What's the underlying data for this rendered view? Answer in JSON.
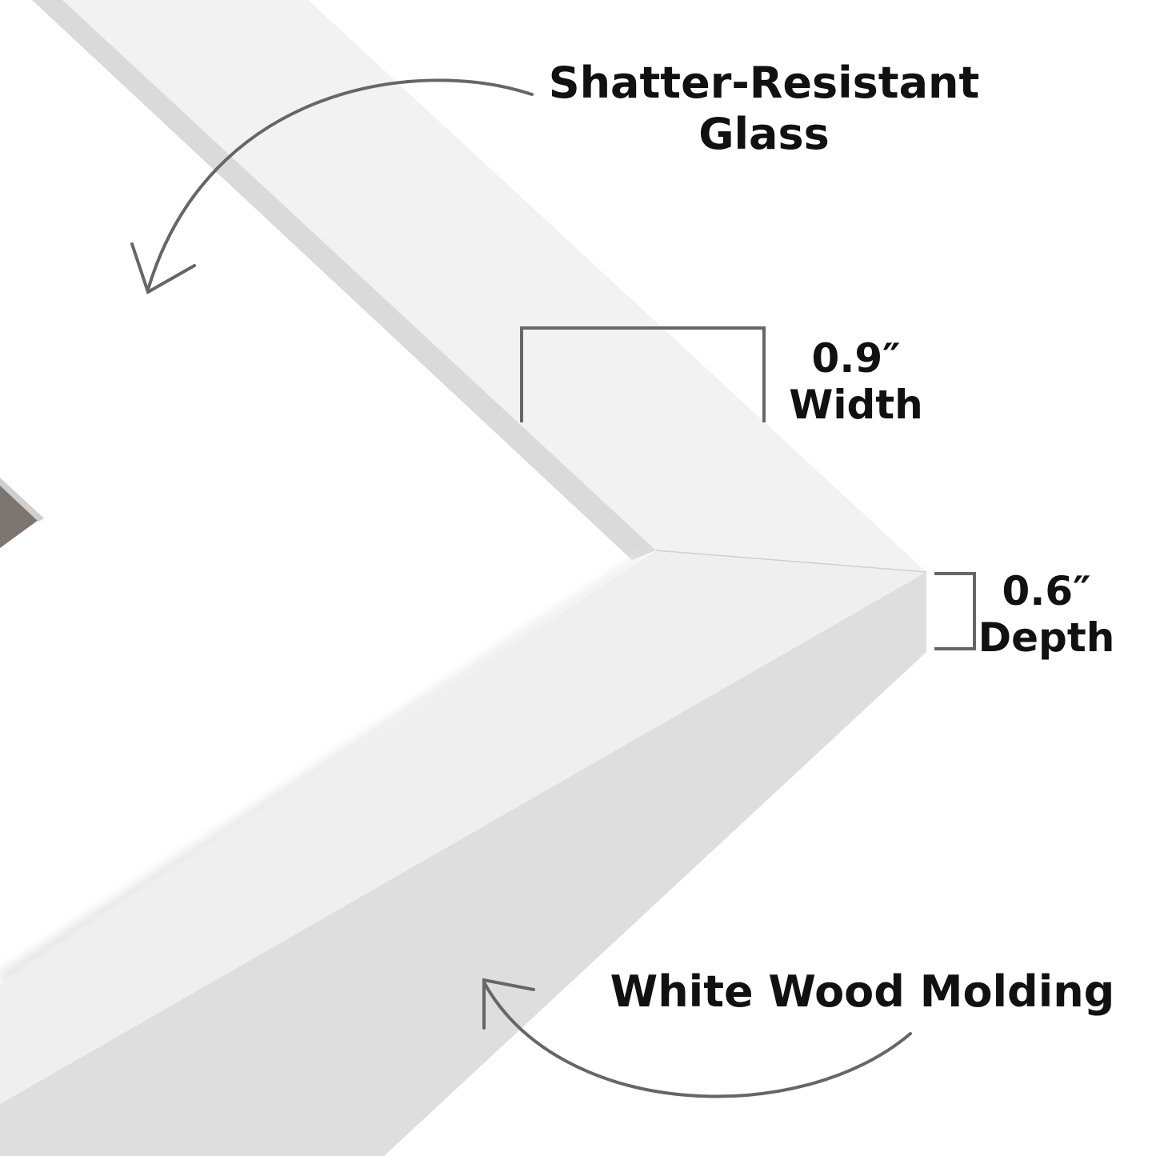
{
  "labels": {
    "glass_line1": "Shatter-Resistant",
    "glass_line2": "Glass",
    "width_value": "0.9″",
    "width_label": "Width",
    "depth_value": "0.6″",
    "depth_label": "Depth",
    "molding": "White Wood Molding"
  },
  "colors": {
    "frame_face": "#f2f2f2",
    "frame_side": "#dedede",
    "rabbet": "#dadada",
    "annotation": "#666666",
    "text": "#111111",
    "wood_sample": "#7d7670"
  }
}
